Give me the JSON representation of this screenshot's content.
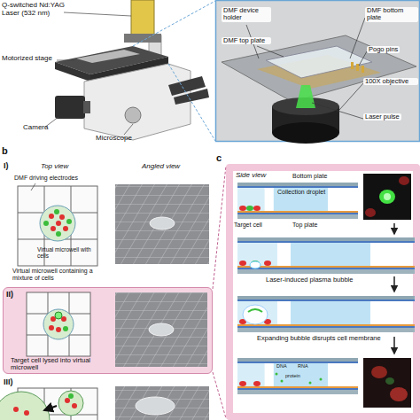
{
  "diagram": {
    "nodes": [
      {
        "text": [
          "II)",
          "Target cell lysed into virtual microwell"
        ]
      },
      {
        "text": [
          "c",
          "Side view"
        ]
      }
    ],
    "edges": [
      {
        "from": 0,
        "to": 1,
        "arrow": "none"
      },
      {
        "from": 0,
        "to": 1,
        "arrow": "none"
      }
    ],
    "labels": [
      "Q-switched Nd:YAG Laser (532 nm)",
      "Motorized stage",
      "Camera",
      "Microscope",
      "DMF device holder",
      "DMF top plate",
      "DMF bottom plate",
      "Pogo pins",
      "100X objective",
      "Laser pulse",
      "b",
      "I)",
      "Top view",
      "Angled view",
      "DMF driving electrodes",
      "Virtual microwell with cells",
      "Virtual microwell containing a mixture of cells",
      "III)",
      "Bottom plate",
      "Target cell",
      "Collection droplet",
      "Top plate",
      "Laser-induced plasma bubble",
      "Expanding bubble disrupts cell membrane",
      "DNA",
      "RNA",
      "protein"
    ]
  }
}
